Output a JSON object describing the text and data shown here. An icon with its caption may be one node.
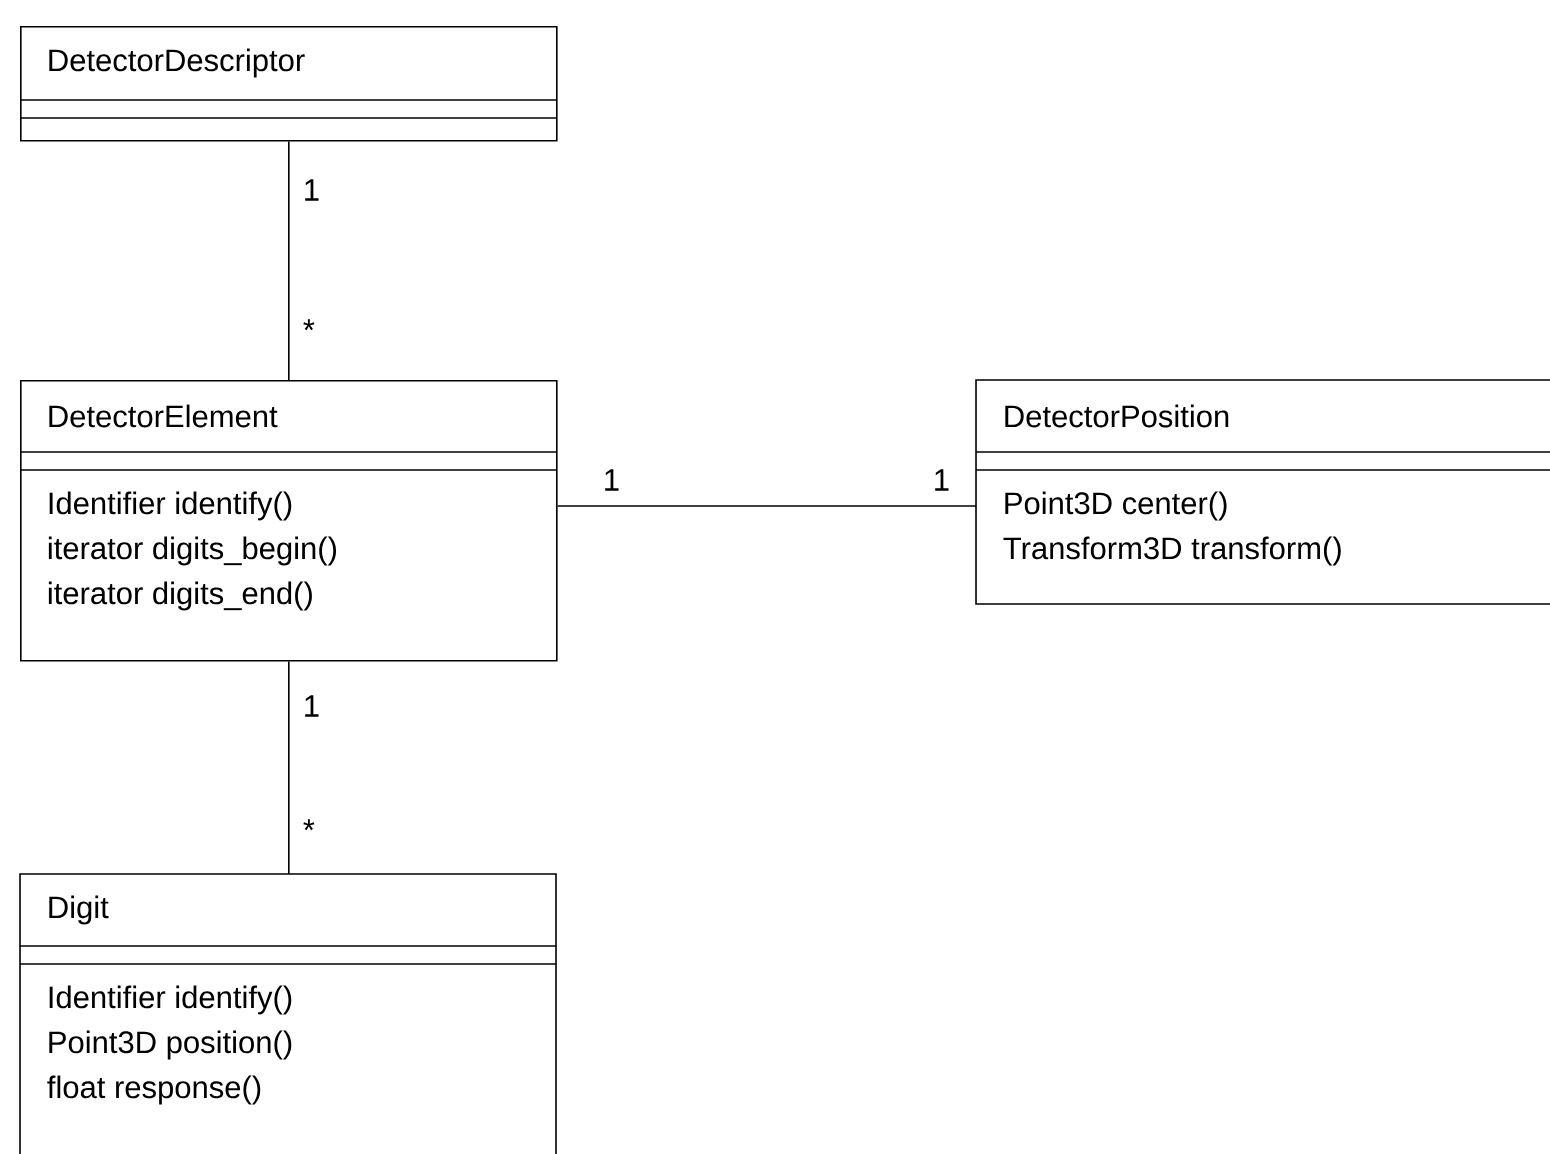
{
  "diagram": {
    "nodes": [
      {
        "text": [
          "DetectorDescriptor"
        ]
      },
      {
        "text": [
          "DetectorElement",
          "Identifier identify()",
          "iterator digits_begin()",
          "iterator digits_end()"
        ]
      },
      {
        "text": [
          "DetectorPosition",
          "Point3D center()",
          "Transform3D transform()"
        ]
      },
      {
        "text": [
          "Digit",
          "Identifier identify()",
          "Point3D position()",
          "float response()"
        ]
      }
    ],
    "edges": [
      {
        "from": 0,
        "to": 1,
        "arrow": "none"
      },
      {
        "from": 1,
        "to": 2,
        "arrow": "none"
      },
      {
        "from": 1,
        "to": 3,
        "arrow": "none"
      }
    ],
    "labels": [
      "1",
      "*",
      "1",
      "1",
      "1",
      "*"
    ]
  }
}
